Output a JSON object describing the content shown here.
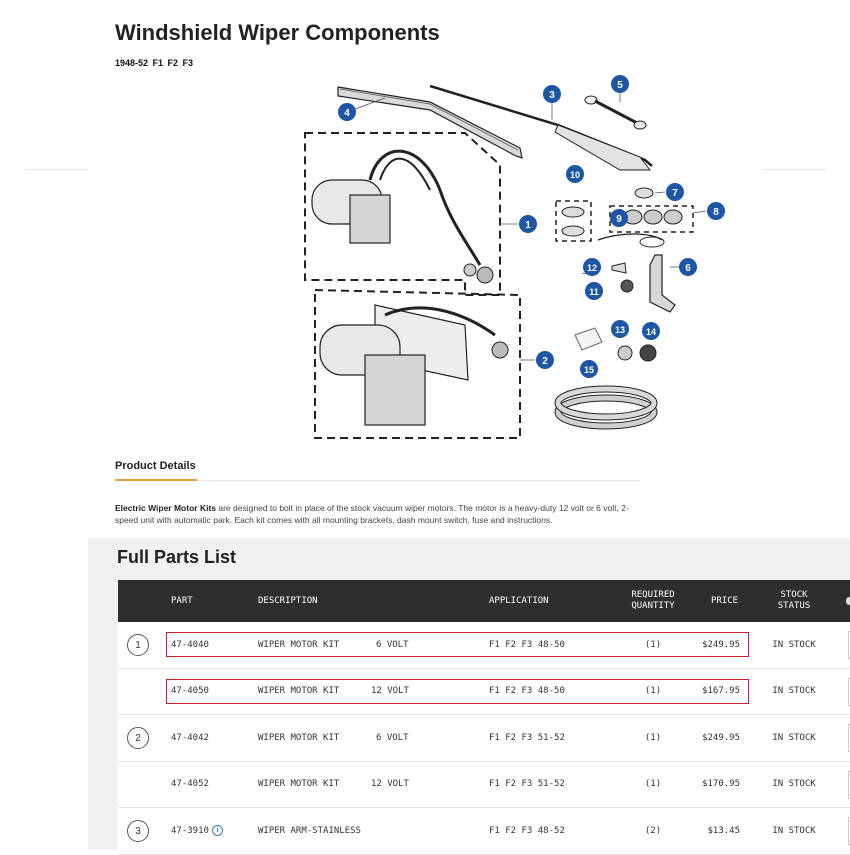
{
  "header": {
    "title": "Windshield Wiper Components",
    "years": "1948-52  F1  F2  F3"
  },
  "diagram": {
    "callouts": [
      "1",
      "2",
      "3",
      "4",
      "5",
      "6",
      "7",
      "8",
      "9",
      "10",
      "11",
      "12",
      "13",
      "14",
      "15"
    ],
    "callout_color": "#1f56a4"
  },
  "product_details": {
    "heading": "Product Details",
    "lead_bold": "Electric Wiper Motor Kits",
    "text": " are designed to bolt in place of the stock vacuum wiper motors. The motor is a heavy-duty 12 volt or 6 volt, 2-speed unit with automatic park. Each kit comes with all mounting brackets, dash mount switch, fuse and instructions.",
    "accent_color": "#e3a23c"
  },
  "parts_list": {
    "heading": "Full Parts List",
    "columns": {
      "part": "PART",
      "description": "DESCRIPTION",
      "application": "APPLICATION",
      "qty_line1": "REQUIRED",
      "qty_line2": "QUANTITY",
      "price": "PRICE",
      "stock_line1": "STOCK",
      "stock_line2": "STATUS"
    },
    "highlight_color": "#d0212a",
    "rows": [
      {
        "badge": "1",
        "part": "47-4040",
        "desc": "WIPER MOTOR KIT",
        "volt": "6 VOLT",
        "app": "F1 F2 F3 48-50",
        "qty": "(1)",
        "price": "$249.95",
        "stock": "IN STOCK"
      },
      {
        "badge": "",
        "part": "47-4050",
        "desc": "WIPER MOTOR KIT",
        "volt": "12 VOLT",
        "app": "F1 F2 F3 48-50",
        "qty": "(1)",
        "price": "$167.95",
        "stock": "IN STOCK"
      },
      {
        "badge": "2",
        "part": "47-4042",
        "desc": "WIPER MOTOR KIT",
        "volt": "6 VOLT",
        "app": "F1 F2 F3 51-52",
        "qty": "(1)",
        "price": "$249.95",
        "stock": "IN STOCK"
      },
      {
        "badge": "",
        "part": "47-4052",
        "desc": "WIPER MOTOR KIT",
        "volt": "12 VOLT",
        "app": "F1 F2 F3 51-52",
        "qty": "(1)",
        "price": "$170.95",
        "stock": "IN STOCK"
      },
      {
        "badge": "3",
        "part": "47-3910",
        "desc": "WIPER ARM-STAINLESS",
        "volt": "",
        "app": "F1 F2 F3 48-52",
        "qty": "(2)",
        "price": "$13.45",
        "stock": "IN STOCK",
        "info_icon": "i"
      }
    ]
  }
}
